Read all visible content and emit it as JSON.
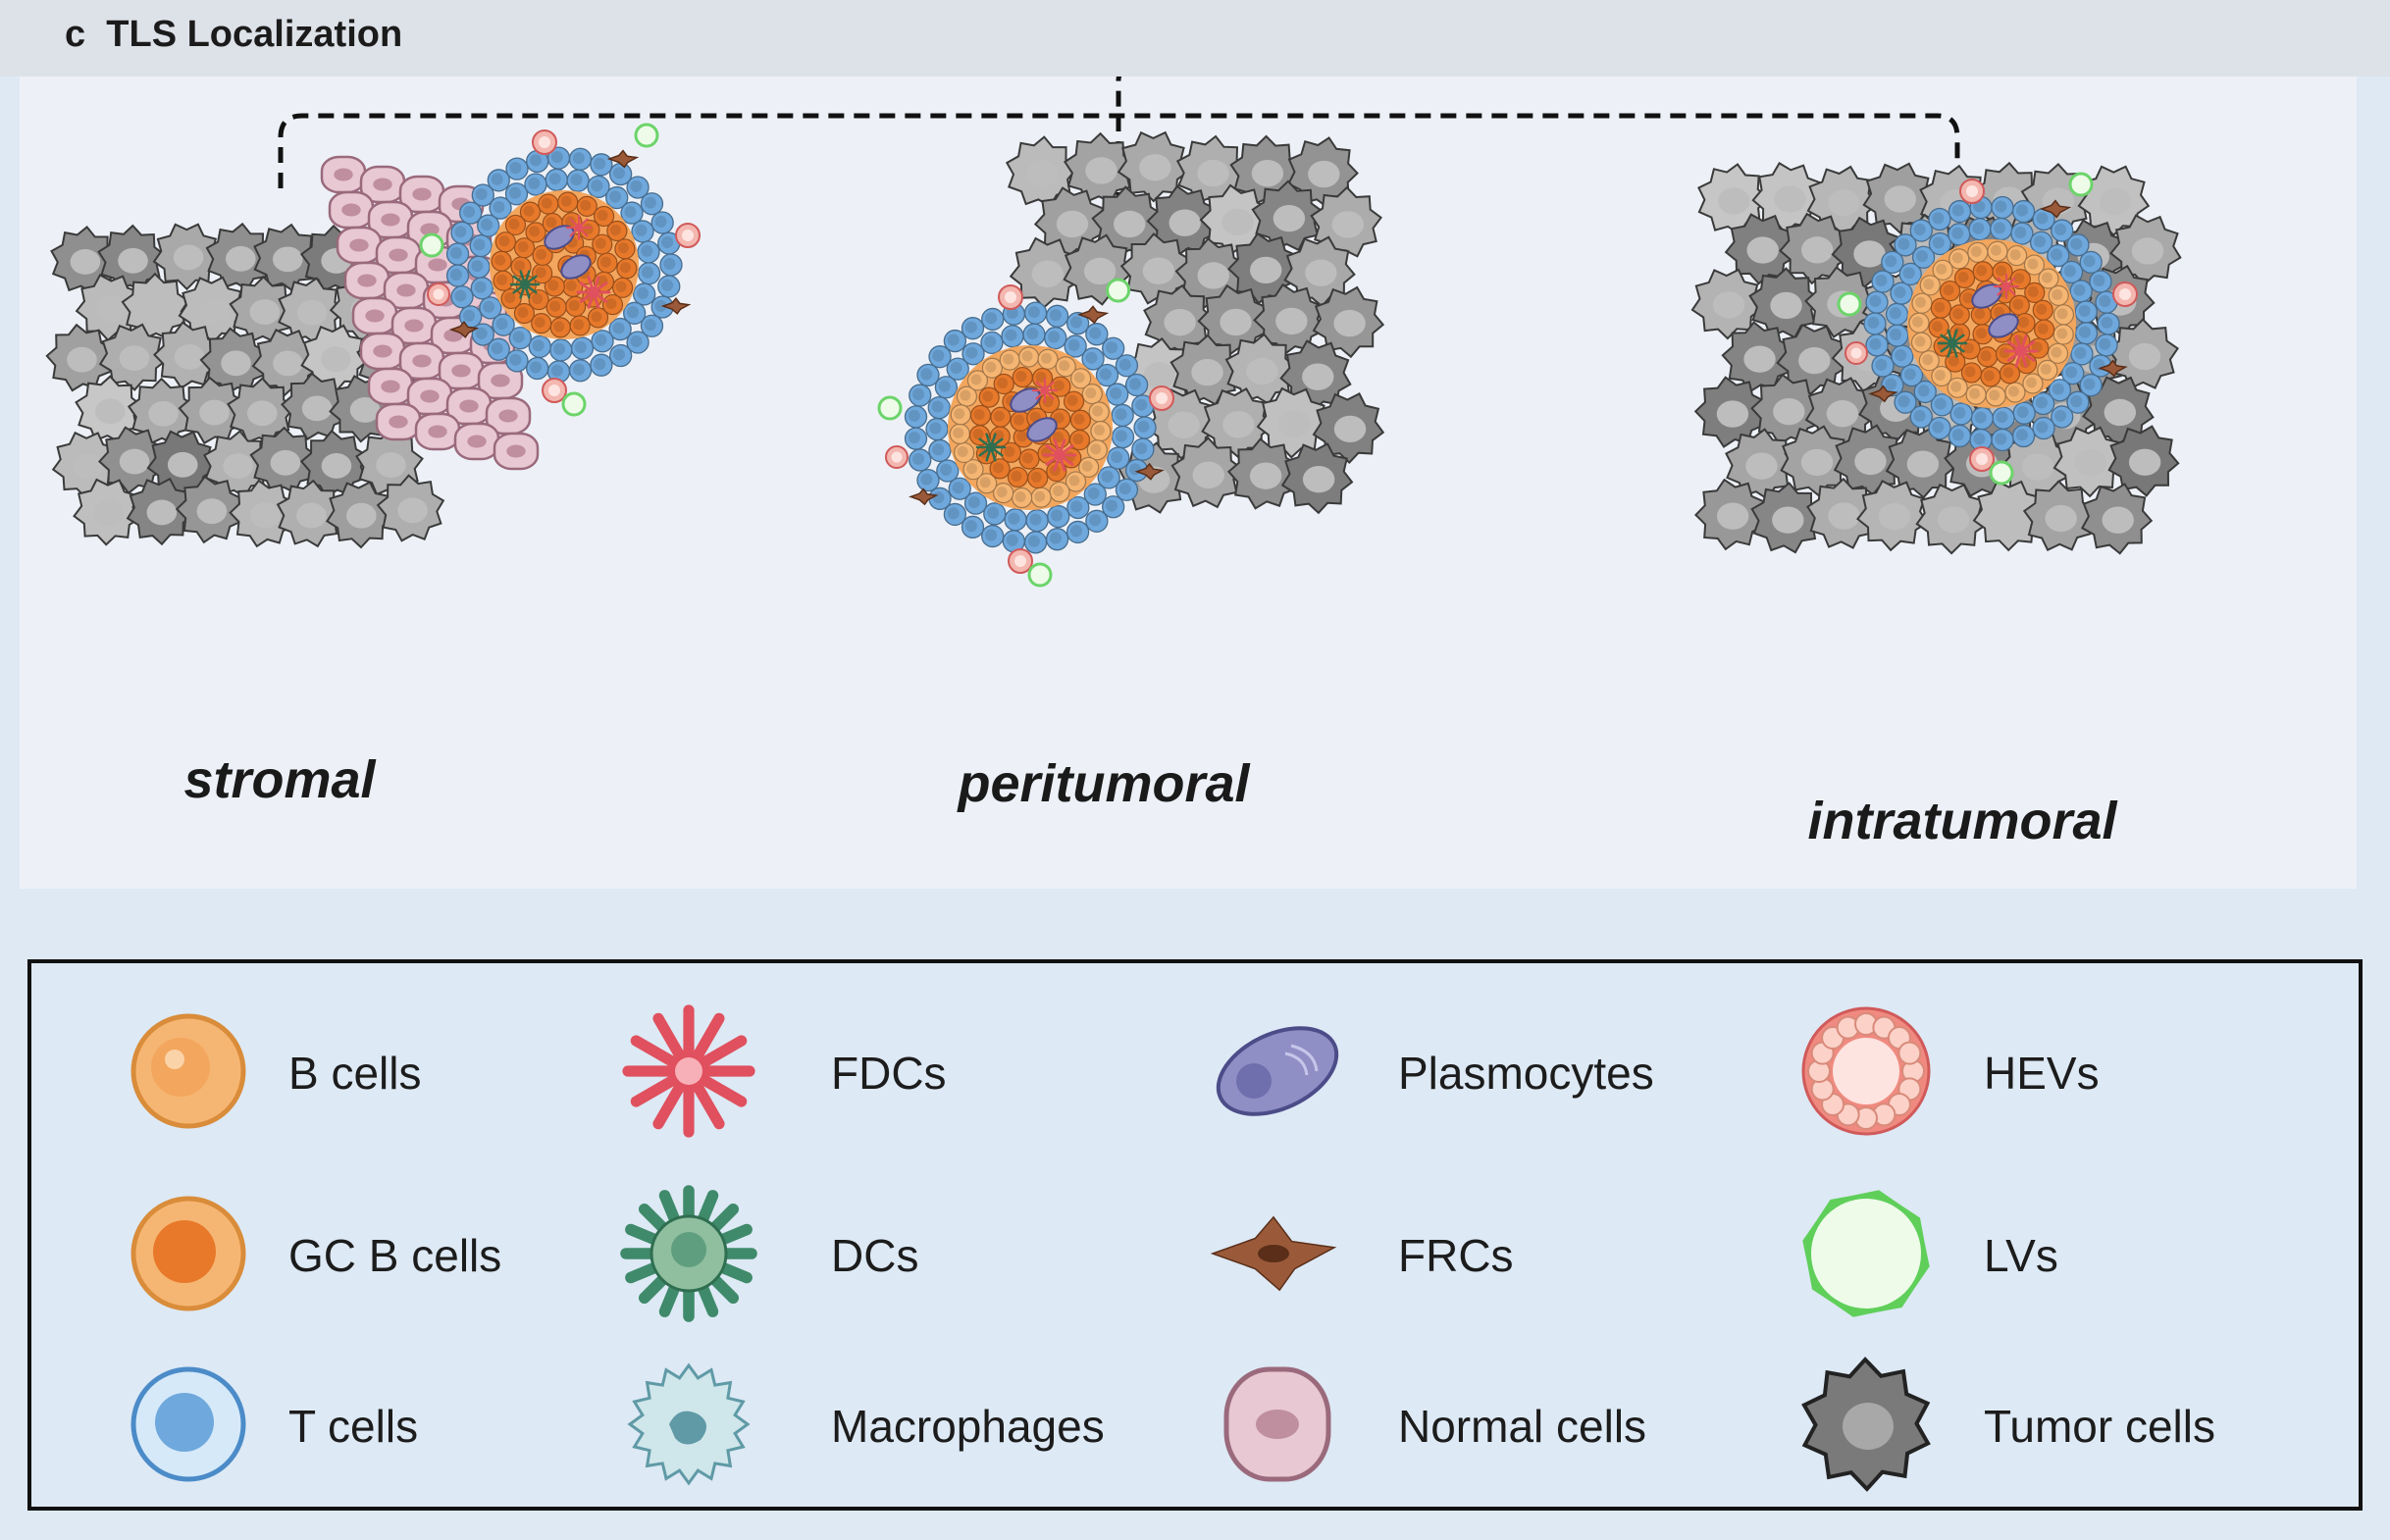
{
  "panel": {
    "letter": "c",
    "title": "TLS Localization"
  },
  "locations": [
    {
      "label": "stromal"
    },
    {
      "label": "peritumoral"
    },
    {
      "label": "intratumoral"
    }
  ],
  "legend": {
    "items": [
      {
        "label": "B cells",
        "icon": "b-cell-icon"
      },
      {
        "label": "FDCs",
        "icon": "fdc-icon"
      },
      {
        "label": "Plasmocytes",
        "icon": "plasmocyte-icon"
      },
      {
        "label": "HEVs",
        "icon": "hev-icon"
      },
      {
        "label": "GC B cells",
        "icon": "gc-b-cell-icon"
      },
      {
        "label": "DCs",
        "icon": "dc-icon"
      },
      {
        "label": "FRCs",
        "icon": "frc-icon"
      },
      {
        "label": "LVs",
        "icon": "lv-icon"
      },
      {
        "label": "T cells",
        "icon": "t-cell-icon"
      },
      {
        "label": "Macrophages",
        "icon": "macrophage-icon"
      },
      {
        "label": "Normal cells",
        "icon": "normal-cell-icon"
      },
      {
        "label": "Tumor cells",
        "icon": "tumor-cell-icon"
      }
    ]
  },
  "colors": {
    "b_cell": "#f6b673",
    "gc_b_cell": "#e8792b",
    "t_cell": "#6fa8dc",
    "tumor_cell": "#9a9a9a",
    "normal_cell": "#e8c8d2",
    "fdc": "#e0505e",
    "dc": "#3f8a6a",
    "macrophage": "#8fc0c8",
    "plasmocyte": "#8f8fc6",
    "frc": "#9a5a3a",
    "hev": "#f3b7b0",
    "lv": "#8fe08a"
  }
}
